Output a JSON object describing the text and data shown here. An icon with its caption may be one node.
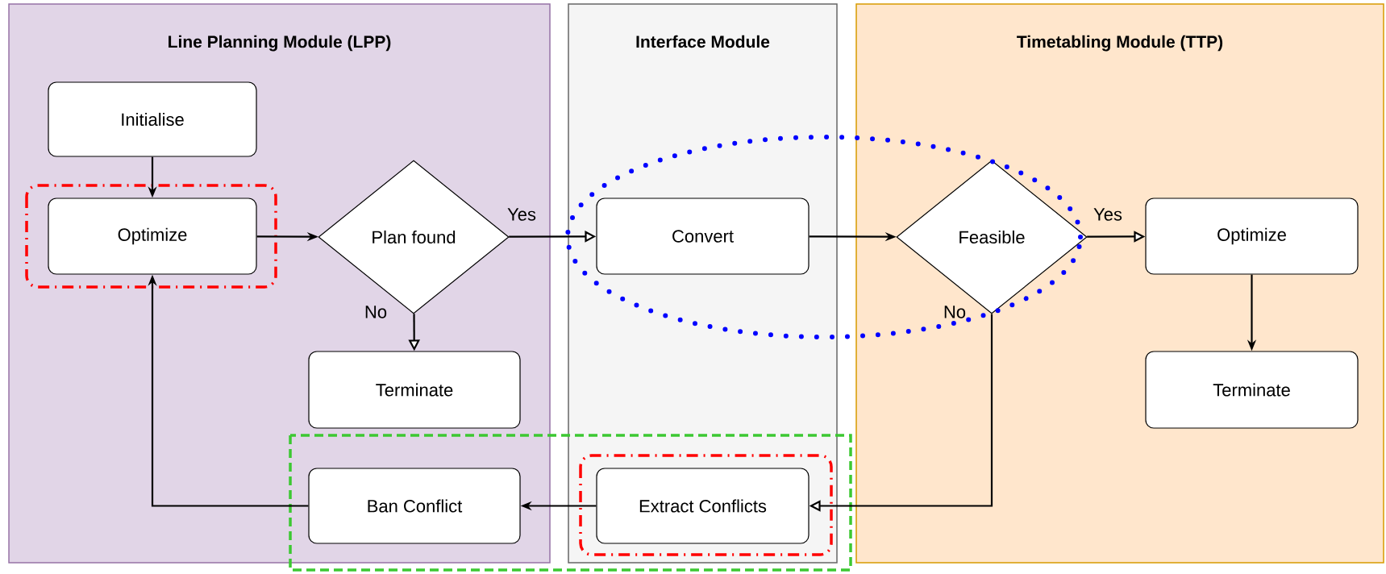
{
  "diagram": {
    "nodes": [
      {
        "text": [
          "Line Planning Module (LPP)"
        ]
      },
      {
        "text": [
          "Interface Module"
        ]
      },
      {
        "text": [
          "Timetabling Module (TTP)"
        ]
      },
      {
        "text": [
          "Initialise"
        ],
        "in": 0
      },
      {
        "text": [
          "Optimize"
        ],
        "in": 0
      },
      {
        "text": [
          "Plan found"
        ],
        "in": 0
      },
      {
        "text": [
          "Terminate"
        ],
        "in": 0
      },
      {
        "text": [
          "Ban Conflict"
        ],
        "in": 0
      },
      {
        "text": [
          "Convert"
        ],
        "in": 1
      },
      {
        "text": [
          "Extract Conflicts"
        ],
        "in": 1
      },
      {
        "text": [
          "Feasible"
        ],
        "in": 2
      },
      {
        "text": [
          "Optimize"
        ],
        "in": 2
      },
      {
        "text": [
          "Terminate"
        ],
        "in": 2
      }
    ],
    "edges": [
      {
        "from": 3,
        "to": 4,
        "arrow": "to"
      },
      {
        "from": 4,
        "to": 5,
        "arrow": "to"
      },
      {
        "from": 5,
        "to": 8,
        "arrow": "to",
        "label": "Yes"
      },
      {
        "from": 5,
        "to": 6,
        "arrow": "to",
        "label": "No"
      },
      {
        "from": 8,
        "to": 10,
        "arrow": "to"
      },
      {
        "from": 10,
        "to": 11,
        "arrow": "to",
        "label": "Yes"
      },
      {
        "from": 10,
        "to": 9,
        "arrow": "to",
        "label": "No"
      },
      {
        "from": 11,
        "to": 12,
        "arrow": "to"
      },
      {
        "from": 9,
        "to": 7,
        "arrow": "to"
      },
      {
        "from": 7,
        "to": 4,
        "arrow": "to"
      }
    ]
  }
}
